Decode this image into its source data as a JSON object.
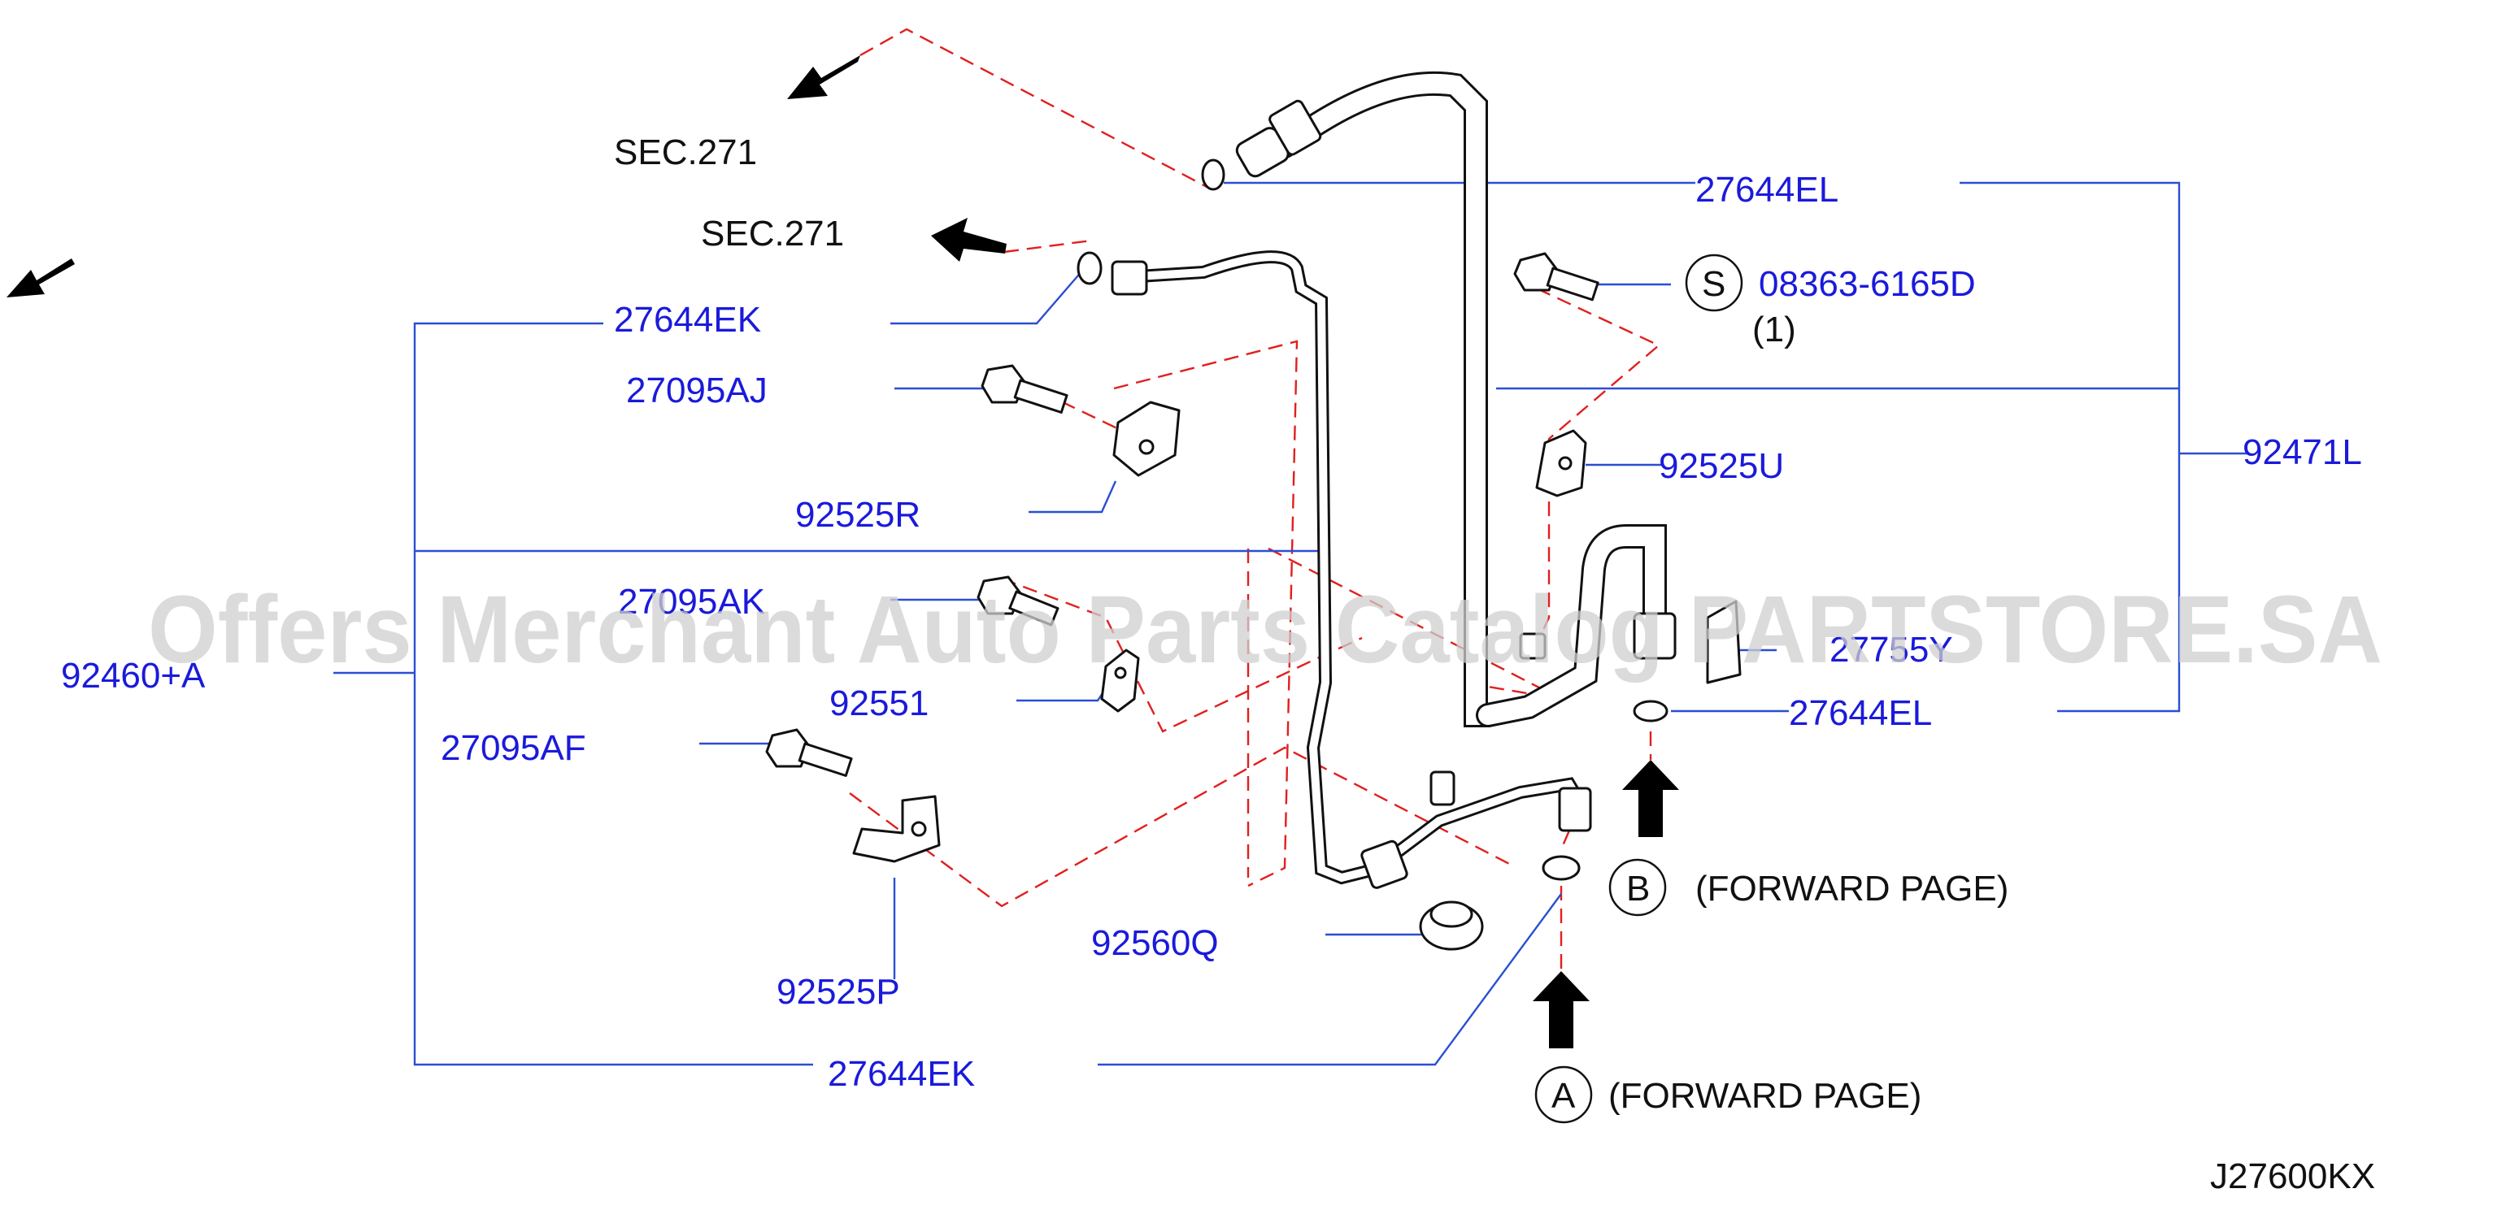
{
  "labels": {
    "sec_271_a": "SEC.271",
    "sec_271_b": "SEC.271",
    "p27644EL_top": "27644EL",
    "p08363": "08363-6165D",
    "p08363_qty": "(1)",
    "s_symbol": "S",
    "p27644EK_top": "27644EK",
    "p27095AJ": "27095AJ",
    "p92525U": "92525U",
    "p92471L": "92471L",
    "p92525R": "92525R",
    "p27095AK": "27095AK",
    "p27755Y": "27755Y",
    "p92460A": "92460+A",
    "p92551": "92551",
    "p27644EL_bottom": "27644EL",
    "p27095AF": "27095AF",
    "b_symbol": "B",
    "b_text": "(FORWARD  PAGE)",
    "p92560Q": "92560Q",
    "p92525P": "92525P",
    "p27644EK_bottom": "27644EK",
    "a_symbol": "A",
    "a_text": "(FORWARD  PAGE)",
    "code": "J27600KX"
  },
  "watermark": "Offers Merchant Auto Parts Catalog PARTSTORE.SA",
  "colors": {
    "label": "#1a1adb",
    "leader": "#2a4fd1",
    "dashed": "#e11f1f",
    "outline": "#111111",
    "watermark": "#cfcfcf"
  }
}
